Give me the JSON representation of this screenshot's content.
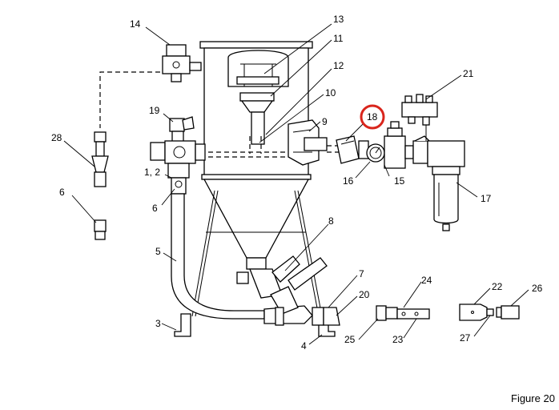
{
  "figure": {
    "caption": "Figure 20",
    "highlight_color": "#d9251c",
    "highlighted_callout": "18",
    "callouts": {
      "c1_2": "1, 2",
      "c3": "3",
      "c4": "4",
      "c5": "5",
      "c6a": "6",
      "c6b": "6",
      "c7": "7",
      "c8": "8",
      "c9": "9",
      "c10": "10",
      "c11": "11",
      "c12": "12",
      "c13": "13",
      "c14": "14",
      "c15": "15",
      "c16": "16",
      "c17": "17",
      "c18": "18",
      "c19": "19",
      "c20": "20",
      "c21": "21",
      "c22": "22",
      "c23": "23",
      "c24": "24",
      "c25": "25",
      "c26": "26",
      "c27": "27",
      "c28": "28"
    }
  }
}
